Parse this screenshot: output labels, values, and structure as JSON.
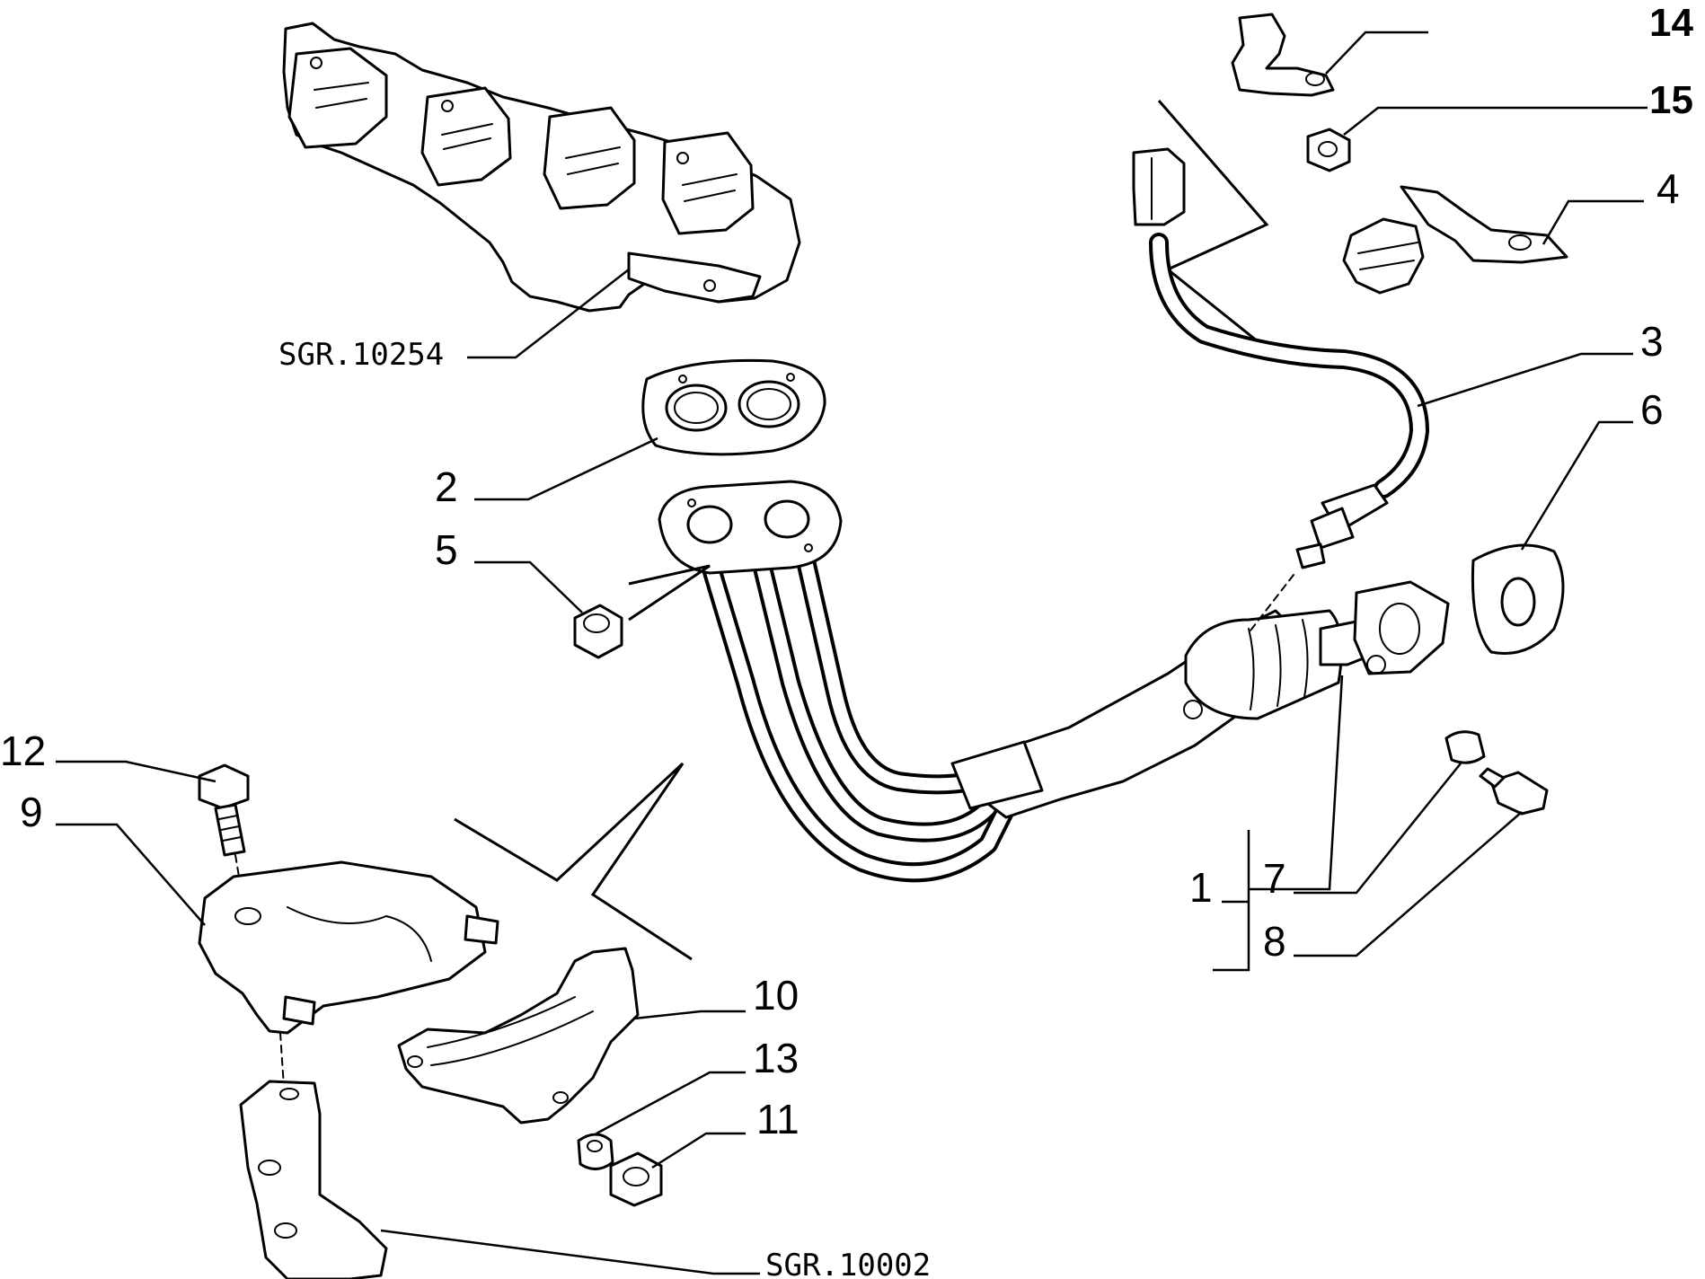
{
  "labels": {
    "l1": "1",
    "l2": "2",
    "l3": "3",
    "l4": "4",
    "l5": "5",
    "l6": "6",
    "l7": "7",
    "l8": "8",
    "l9": "9",
    "l10": "10",
    "l11": "11",
    "l12": "12",
    "l13": "13",
    "l14": "14",
    "l15": "15"
  },
  "refs": {
    "manifold": "SGR.10254",
    "bracket": "SGR.10002"
  }
}
